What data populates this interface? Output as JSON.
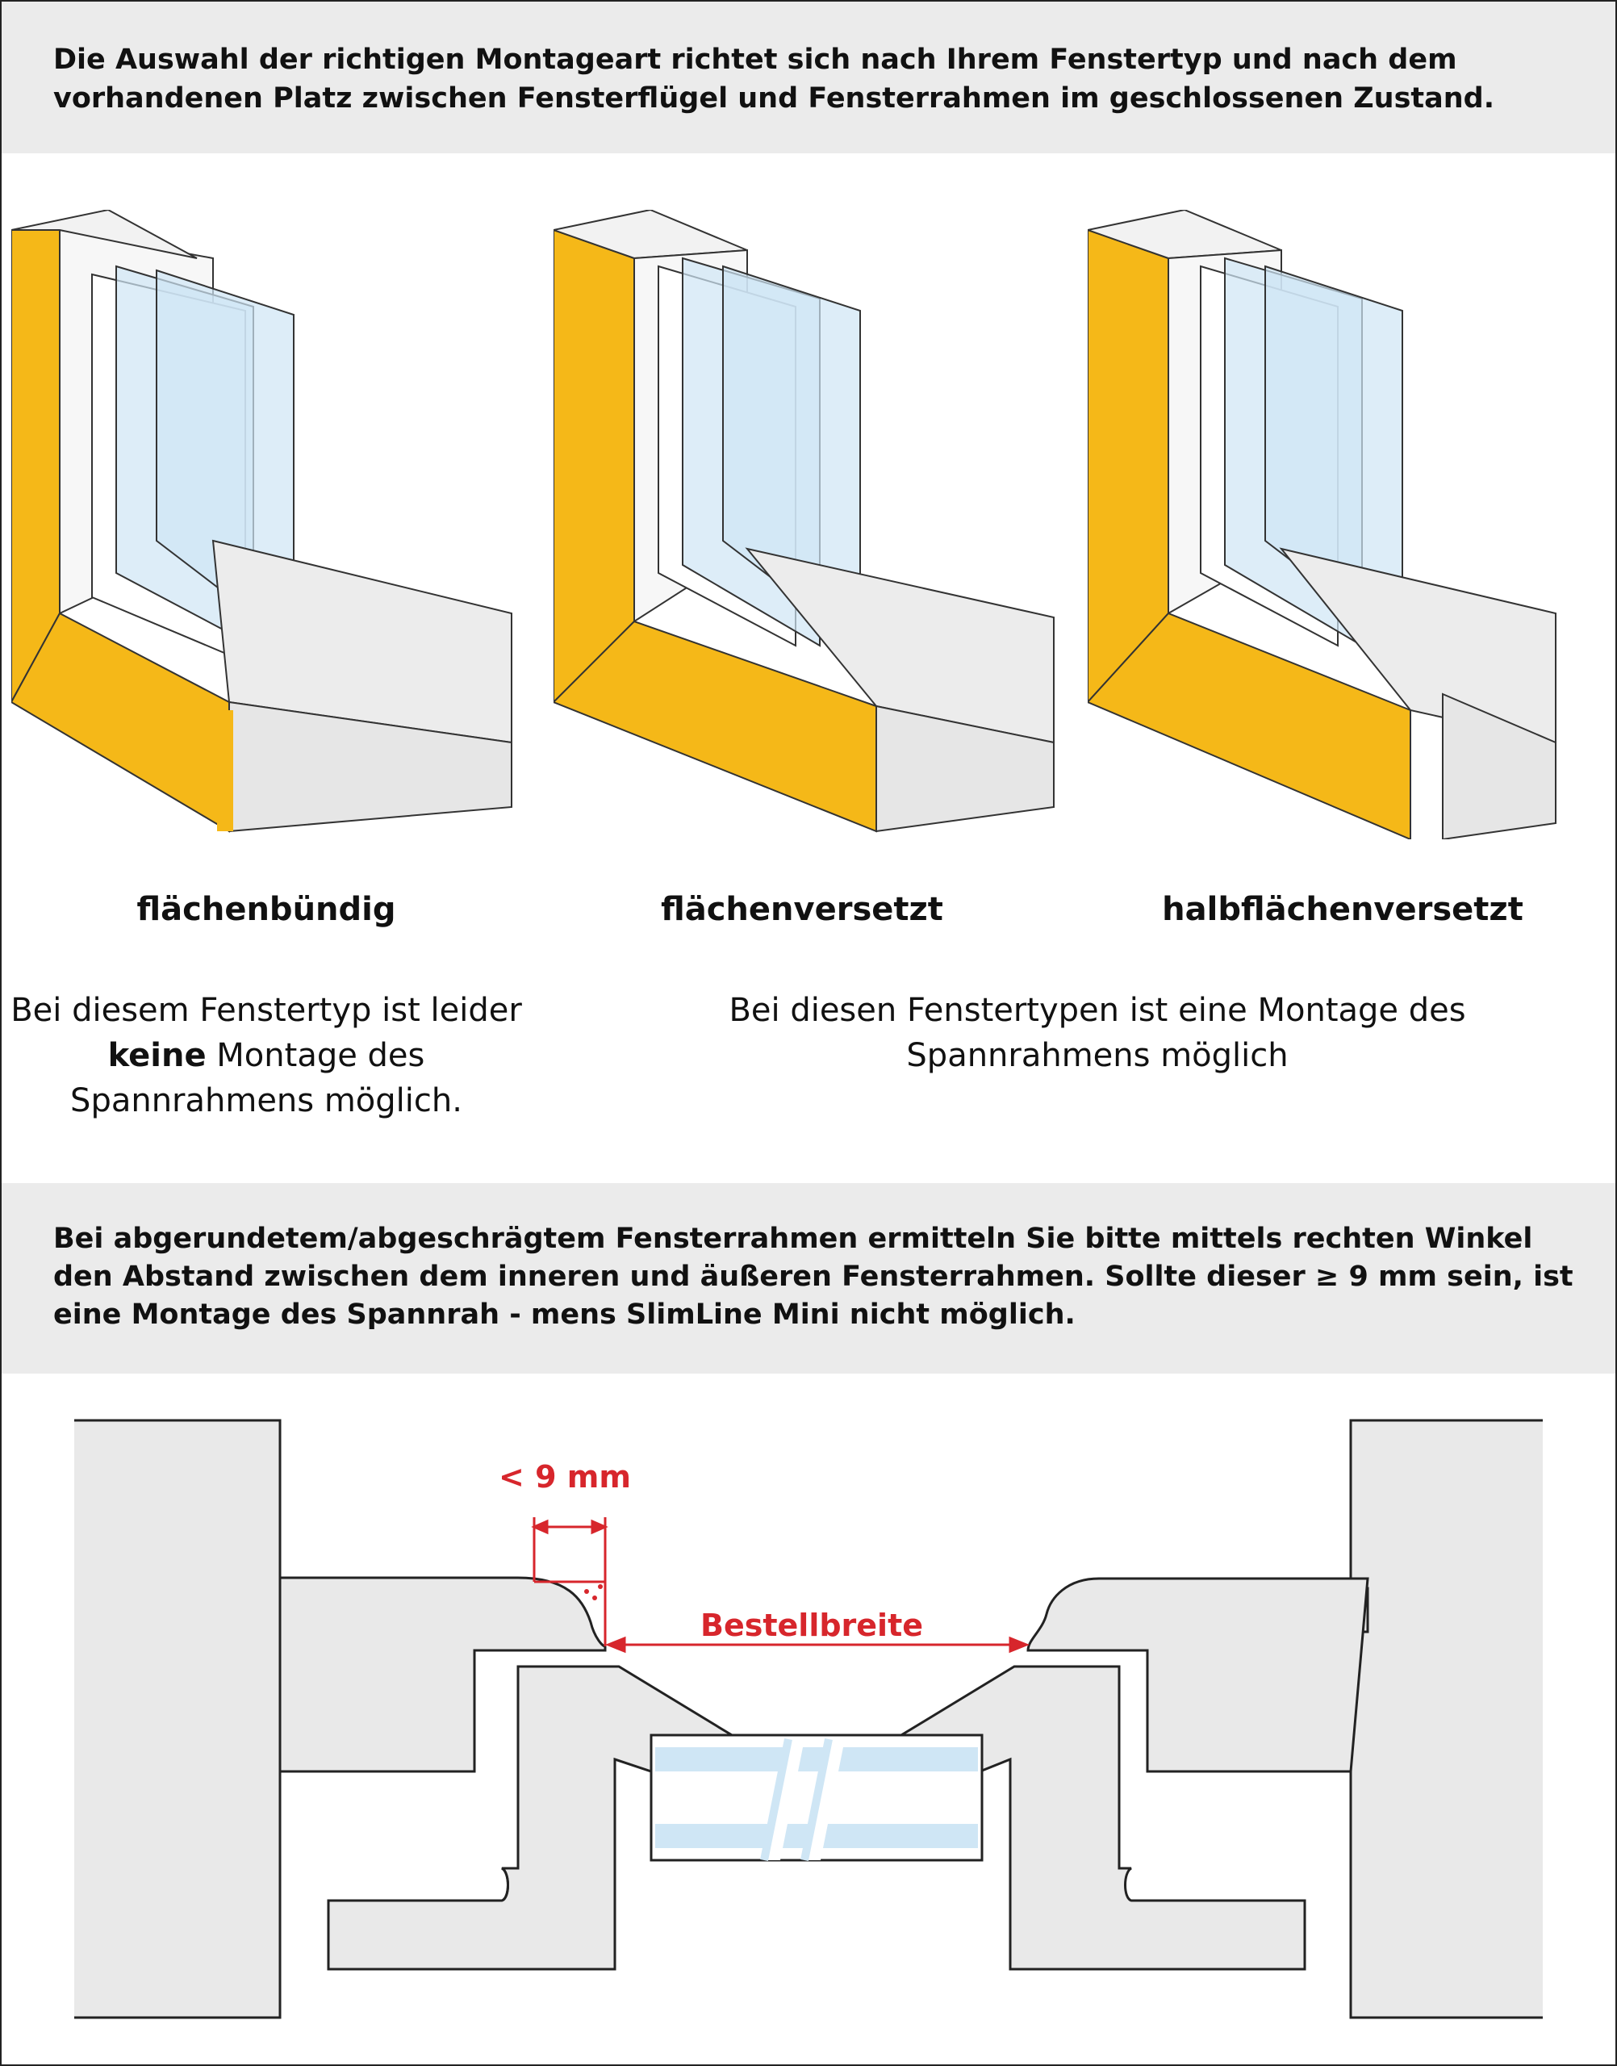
{
  "intro": {
    "text": "Die Auswahl der richtigen Montageart richtet sich nach Ihrem Fenstertyp und nach dem vorhandenen Platz zwischen Fensterflügel und Fensterrahmen im geschlossenen Zustand."
  },
  "window_types": [
    {
      "label": "flächenbündig"
    },
    {
      "label": "flächenversetzt"
    },
    {
      "label": "halbflächenversetzt"
    }
  ],
  "descriptions": {
    "not_possible": {
      "before": "Bei diesem Fenstertyp ist leider",
      "bold": "keine",
      "after": "Montage des Spannrahmens möglich."
    },
    "possible": "Bei diesen Fenstertypen ist eine Montage des Spannrahmens möglich"
  },
  "note": {
    "text": "Bei abgerundetem/abgeschrägtem Fensterrahmen ermitteln Sie bitte mittels rechten Winkel den Abstand zwischen dem inneren und äußeren Fensterrahmen. Sollte dieser ≥ 9 mm sein, ist eine Montage des Spannrah - mens SlimLine Mini nicht möglich."
  },
  "section_diagram": {
    "gap_label": "< 9 mm",
    "width_label": "Bestellbreite"
  },
  "colors": {
    "band": "#ebebeb",
    "frame_yellow": "#f5b818",
    "profile_grey": "#e9e9e9",
    "glass": "#cfe6f5",
    "dimension_red": "#d7262c"
  }
}
